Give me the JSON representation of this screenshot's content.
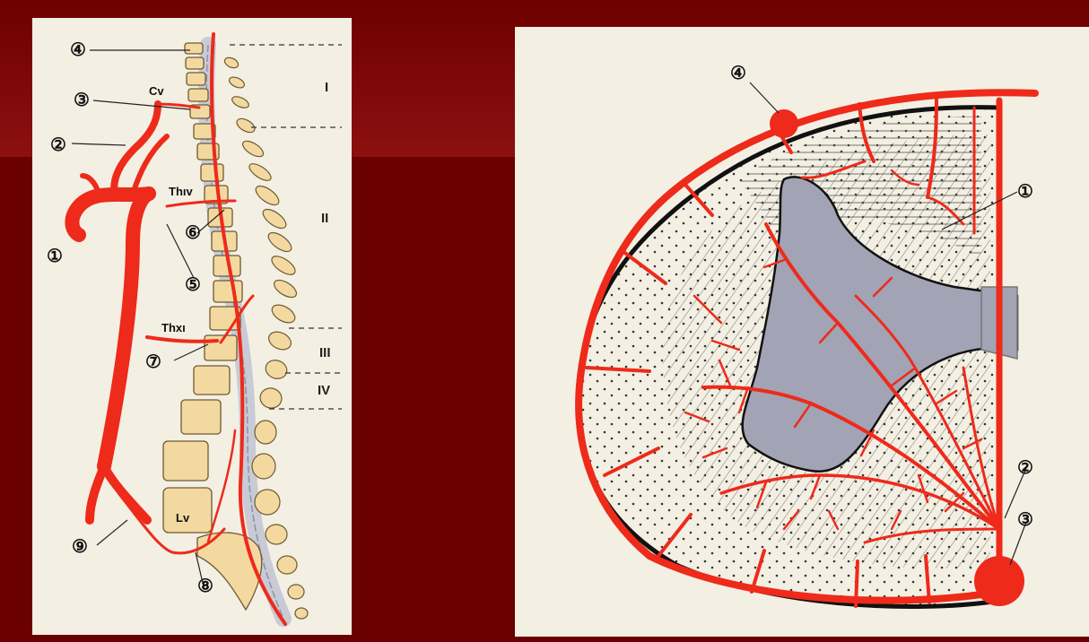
{
  "background_colors": {
    "frame": "#7a0202",
    "panel": "#f3efe2",
    "artery": "#ee2a1b",
    "gray_matter": "#a2a3b4",
    "vertebra": "#f3d9a0"
  },
  "left_panel": {
    "callouts": [
      "①",
      "②",
      "③",
      "④",
      "⑤",
      "⑥",
      "⑦",
      "⑧",
      "⑨"
    ],
    "vertebra_labels": {
      "cv": "Cv",
      "thiv": "Thıv",
      "thxi": "Thxı",
      "lv": "Lv"
    },
    "zone_labels": [
      "I",
      "II",
      "III",
      "IV"
    ]
  },
  "right_panel": {
    "callouts": [
      "①",
      "②",
      "③",
      "④"
    ]
  }
}
